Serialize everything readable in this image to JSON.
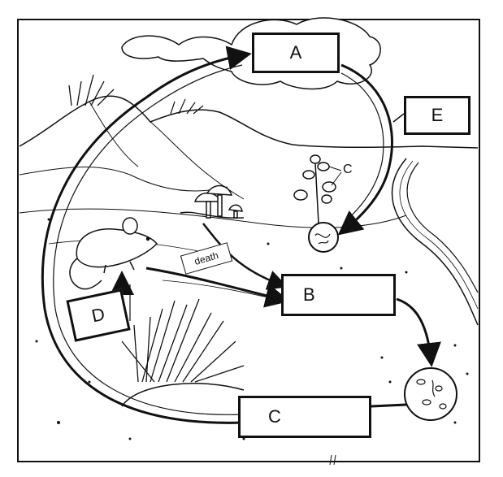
{
  "diagram": {
    "labels": {
      "a": "A",
      "b": "B",
      "c_bottom": "C",
      "c_plant": "C",
      "d": "D",
      "e": "E",
      "death": "death"
    }
  }
}
